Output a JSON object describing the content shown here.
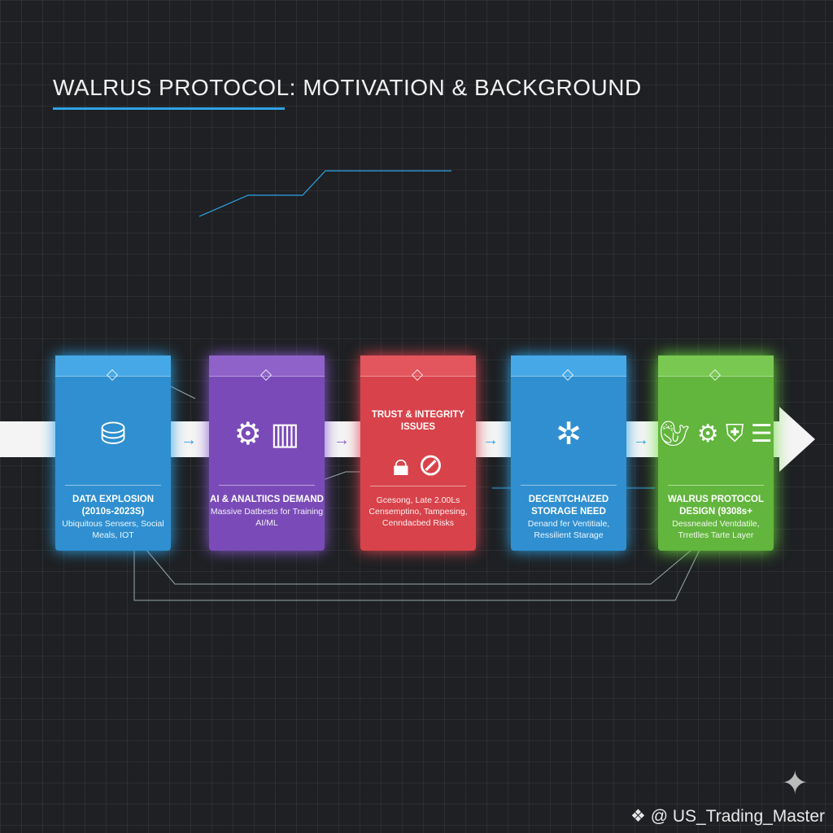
{
  "title": "WALRUS PROTOCOL: MOTIVATION & BACKGROUND",
  "cards": [
    {
      "heading": "DATA EXPLOSION (2010s-2023S)",
      "desc": "Ubiquitous Sensers, Social Meals, IOT",
      "icon": "database-icon",
      "color": "#2f8fd0"
    },
    {
      "heading": "AI & ANALTIICS DEMAND",
      "desc": "Massive Datbests for Training AI/ML",
      "icon": "brain-chart-icon",
      "color": "#7a4bb8"
    },
    {
      "heading": "TRUST & INTEGRITY ISSUES",
      "desc": "Gcesong, Late 2.00Ŀs Censemptino, Tampesing, Cenndacbed Risks",
      "icon": "lock-forbidden-icon",
      "color": "#d8424a"
    },
    {
      "heading": "DECENTCHAIZED STORAGE NEED",
      "desc": "Denand fer Ventitiale, Ressilient Starage",
      "icon": "network-icon",
      "color": "#2f8fd0"
    },
    {
      "heading": "WALRUS PROTOCOL DESIGN (9308s+",
      "desc": "Dessnealed Ventdatile, Trretlles Tarte Layer",
      "icon": "walrus-shield-icon",
      "color": "#62b53d"
    }
  ],
  "watermark": "@ US_Trading_Master"
}
